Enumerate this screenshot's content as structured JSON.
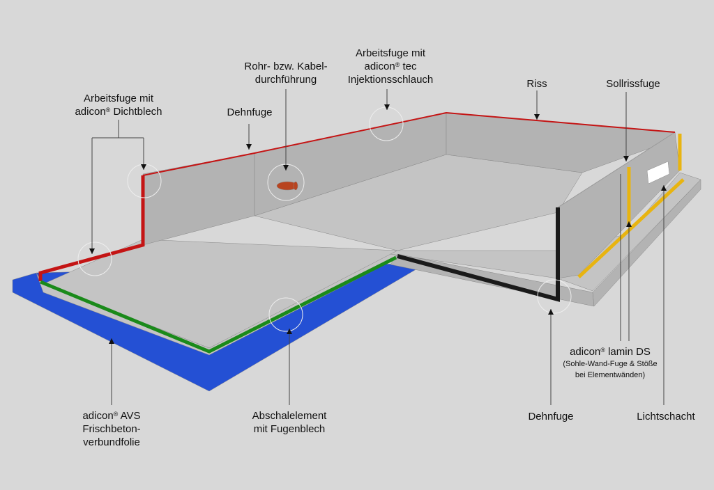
{
  "colors": {
    "background": "#d8d8d8",
    "concrete_floor": "#c4c4c4",
    "concrete_wall": "#b3b3b3",
    "foil_blue": "#2450d4",
    "joint_red": "#c41414",
    "joint_green": "#1a8a1a",
    "expansion_black": "#1a1a1a",
    "lamin_yellow": "#e8b410",
    "pipe_orange": "#b84420"
  },
  "labels": {
    "arbeitsfuge_dichtblech": {
      "line1": "Arbeitsfuge mit",
      "line2_pre": "adicon",
      "line2_sup": "®",
      "line2_post": " Dichtblech"
    },
    "dehnfuge_top": {
      "line1": "Dehnfuge"
    },
    "rohr": {
      "line1": "Rohr- bzw. Kabel-",
      "line2": "durchführung"
    },
    "arbeitsfuge_tec": {
      "line1": "Arbeitsfuge mit",
      "line2_pre": "adicon",
      "line2_sup": "®",
      "line2_post": " tec",
      "line3": "Injektionsschlauch"
    },
    "riss": {
      "line1": "Riss"
    },
    "sollrissfuge": {
      "line1": "Sollrissfuge"
    },
    "lamin": {
      "line1_pre": "adicon",
      "line1_sup": "®",
      "line1_post": " lamin DS",
      "line2": "(Sohle-Wand-Fuge & Stöße",
      "line3": "bei Elementwänden)"
    },
    "avs": {
      "line1_pre": "adicon",
      "line1_sup": "®",
      "line1_post": " AVS",
      "line2": "Frischbeton-",
      "line3": "verbundfolie"
    },
    "abschal": {
      "line1": "Abschalelement",
      "line2": "mit Fugenblech"
    },
    "dehnfuge_bottom": {
      "line1": "Dehnfuge"
    },
    "lichtschacht": {
      "line1": "Lichtschacht"
    }
  }
}
